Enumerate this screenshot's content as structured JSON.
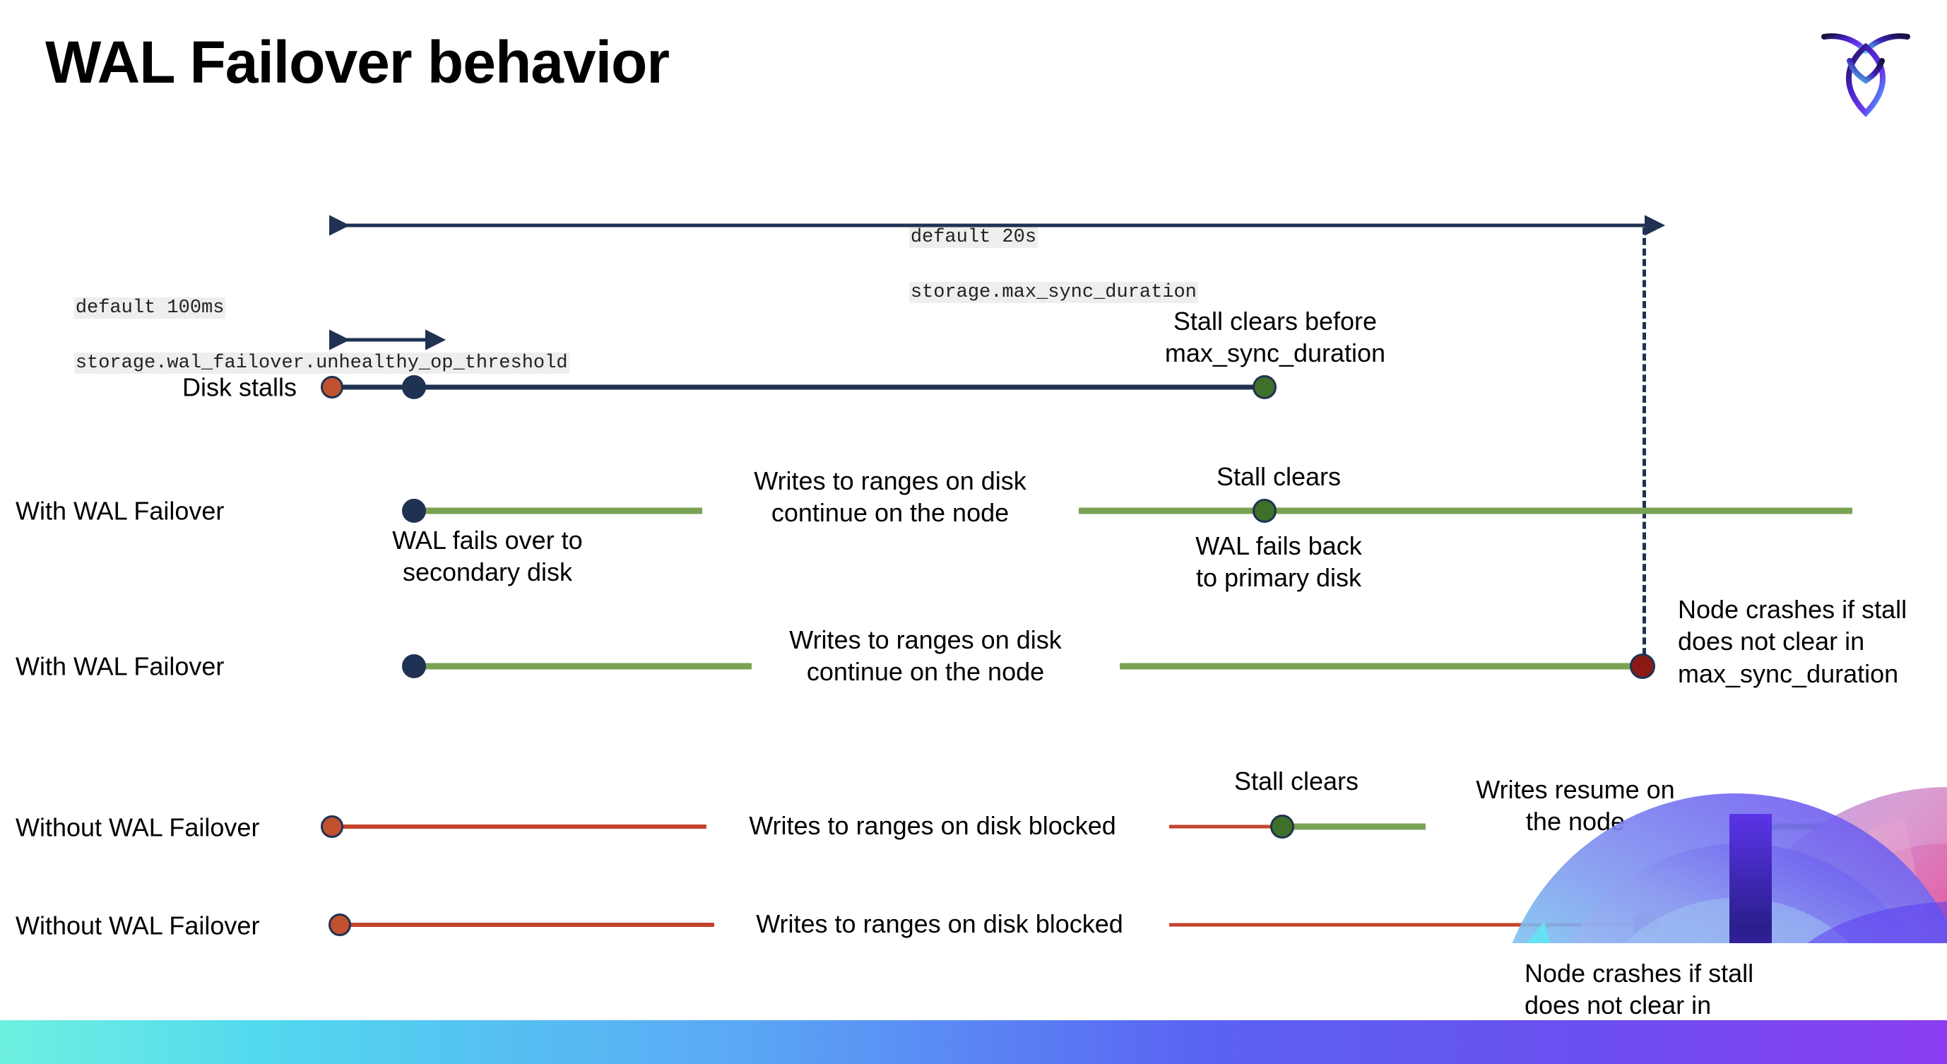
{
  "slide": {
    "title": "WAL Failover behavior",
    "logo_name": "cockroachdb-logo"
  },
  "settings": {
    "max_sync_duration": {
      "default_label": "default 20s",
      "setting_name": "storage.max_sync_duration"
    },
    "unhealthy_op_threshold": {
      "default_label": "default 100ms",
      "setting_name": "storage.wal_failover.unhealthy_op_threshold"
    }
  },
  "rows": [
    {
      "label": "Disk stalls",
      "notes": [
        "Stall clears before\nmax_sync_duration"
      ]
    },
    {
      "label": "With WAL Failover",
      "notes": [
        "Writes to ranges on disk\ncontinue on the node",
        "Stall clears",
        "WAL fails over to\nsecondary disk",
        "WAL fails  back\nto primary disk"
      ]
    },
    {
      "label": "With WAL Failover",
      "notes": [
        "Writes to ranges on disk\ncontinue on the node",
        "Node crashes if stall\ndoes not clear in\nmax_sync_duration"
      ]
    },
    {
      "label": "Without WAL Failover",
      "notes": [
        "Writes to ranges on disk  blocked",
        "Stall clears",
        "Writes resume on\nthe node"
      ]
    },
    {
      "label": "Without WAL Failover",
      "notes": [
        "Writes to ranges on disk  blocked",
        "Node crashes if stall\ndoes not clear in\nmax_sync_duration"
      ]
    }
  ],
  "colors": {
    "navy": "#1f3253",
    "green_line": "#7aa254",
    "red_line": "#c1452a",
    "stall_start_dot": "#c1512f",
    "failover_dot": "#1f3253",
    "clear_dot": "#3e7029",
    "crash_dot": "#8b1a16",
    "code_chip_bg": "#eeeeee"
  }
}
